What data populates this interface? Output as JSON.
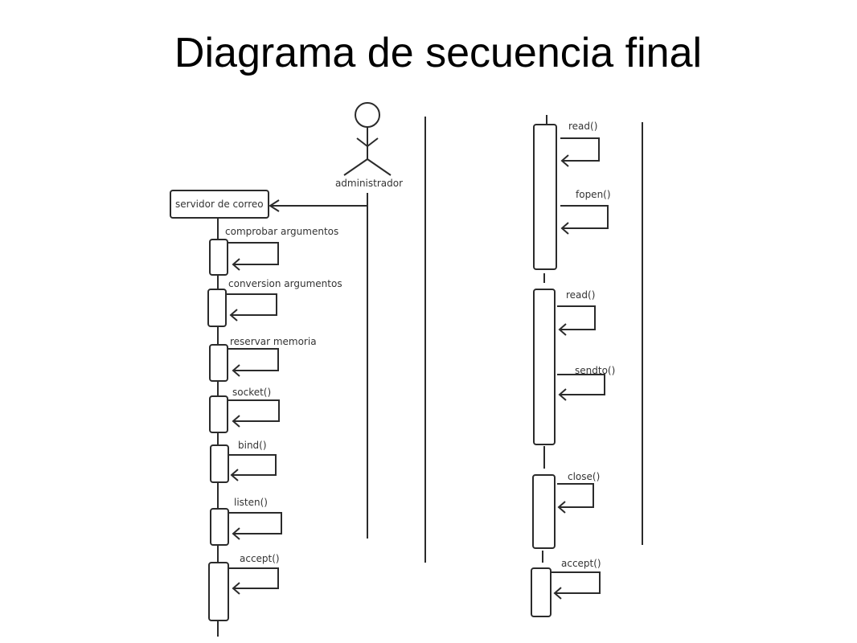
{
  "title": "Diagrama de secuencia final",
  "actor": {
    "label": "administrador"
  },
  "object": {
    "label": "servidor de correo"
  },
  "left_messages": [
    "comprobar argumentos",
    "conversion argumentos",
    "reservar memoria",
    "socket()",
    "bind()",
    "listen()",
    "accept()"
  ],
  "right_messages": [
    "read()",
    "fopen()",
    "read()",
    "sendto()",
    "close()",
    "accept()"
  ],
  "colors": {
    "line": "#2b2b2b",
    "text": "#333333",
    "background": "#ffffff"
  }
}
